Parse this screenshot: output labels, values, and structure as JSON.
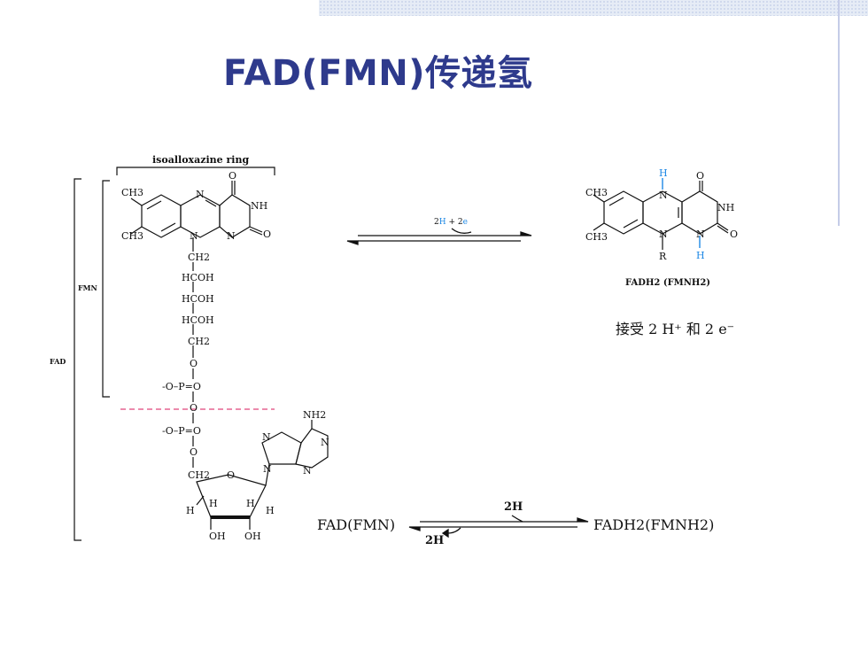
{
  "slide": {
    "title": "FAD(FMN)传递氢"
  },
  "structure_left": {
    "ring_label": "isoalloxazine ring",
    "fmn_label": "FMN",
    "fad_label": "FAD",
    "ch3_top": "CH3",
    "ch3_bottom": "CH3",
    "n_top": "N",
    "nh": "NH",
    "o_top": "O",
    "n_bottom_left": "N",
    "n_bottom_right": "N",
    "o_right": "O",
    "ch2_1": "CH2",
    "hcoh_1": "HCOH",
    "hcoh_2": "HCOH",
    "hcoh_3": "HCOH",
    "ch2_2": "CH2",
    "o_1": "O",
    "phos_1": "-O–P=O",
    "o_2": "O",
    "phos_2": "-O–P=O",
    "o_3": "O",
    "ch2_3": "CH2",
    "ribose_o": "O",
    "nh2": "NH2",
    "adenine_n1": "N",
    "adenine_n2": "N",
    "adenine_n3": "N",
    "adenine_n4": "N",
    "h1": "H",
    "h2": "H",
    "h3": "H",
    "h4": "H",
    "oh1": "OH",
    "oh2": "OH"
  },
  "reaction_top": {
    "reagent_prefix": "2",
    "reagent_h": "H",
    "reagent_plus": " + 2",
    "reagent_e": "e",
    "product_label": "FADH2 (FMNH2)",
    "accept_text": "接受 2 H⁺ 和 2 e⁻",
    "product_atoms": {
      "h_top": "H",
      "h_bottom": "H",
      "o_top": "O",
      "nh": "NH",
      "ch3_top": "CH3",
      "ch3_bottom": "CH3",
      "n_top": "N",
      "n_bottom": "N",
      "n_right": "N",
      "o_right": "O",
      "r": "R"
    }
  },
  "reaction_bottom": {
    "left": "FAD(FMN)",
    "right": "FADH2(FMNH2)",
    "top_label": "2H",
    "bottom_label": "2H"
  },
  "colors": {
    "title": "#2e3a8c",
    "highlight_h": "#1e88e5",
    "dashed_cut": "#e0457b"
  }
}
